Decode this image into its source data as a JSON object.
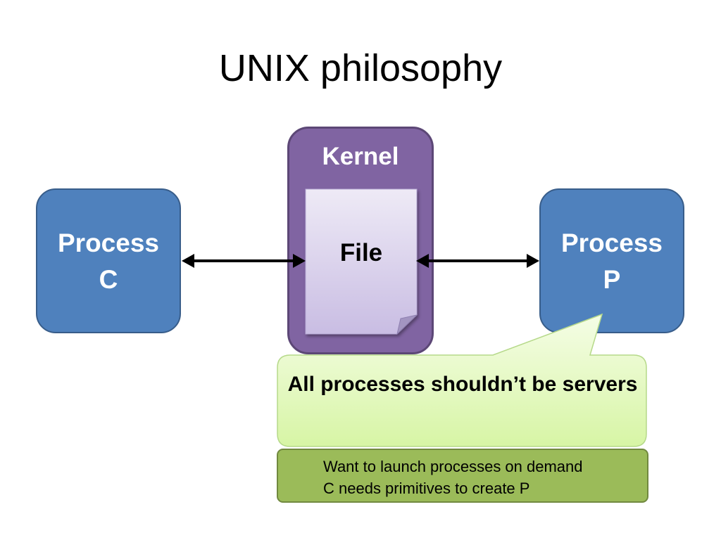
{
  "slide": {
    "title": "UNIX philosophy"
  },
  "diagram": {
    "process_c": {
      "line1": "Process",
      "line2": "C"
    },
    "process_p": {
      "line1": "Process",
      "line2": "P"
    },
    "kernel": {
      "label": "Kernel"
    },
    "file": {
      "label": "File"
    },
    "callout": {
      "text": "All processes shouldn’t be servers"
    },
    "notes": [
      "Want to launch processes on demand",
      "C needs primitives to create P"
    ]
  },
  "colors": {
    "process_fill": "#4f81bd",
    "kernel_fill": "#8064a2",
    "callout_fill": "#e8fbc6",
    "note_fill": "#9bbb59"
  }
}
